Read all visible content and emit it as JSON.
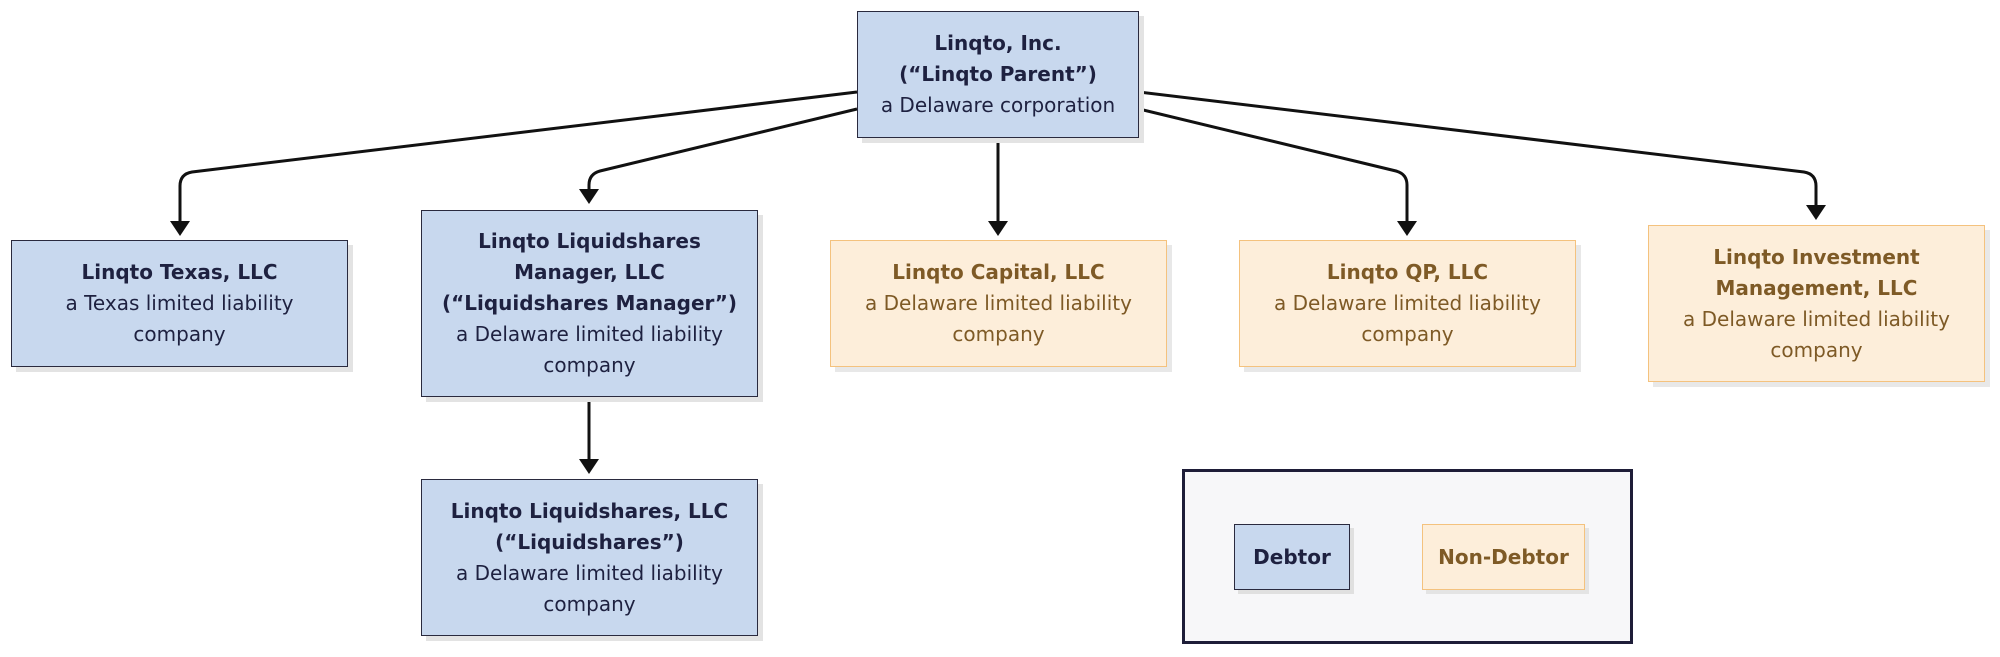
{
  "nodes": {
    "parent": {
      "name": "Linqto, Inc.",
      "alias": "(“Linqto Parent”)",
      "desc": "a Delaware corporation",
      "status": "debtor"
    },
    "texas": {
      "name": "Linqto Texas, LLC",
      "desc_l1": "a Texas limited liability",
      "desc_l2": "company",
      "status": "debtor"
    },
    "ls_manager": {
      "name_l1": "Linqto Liquidshares",
      "name_l2": "Manager, LLC",
      "alias": "(“Liquidshares Manager”)",
      "desc_l1": "a Delaware limited liability",
      "desc_l2": "company",
      "status": "debtor"
    },
    "capital": {
      "name": "Linqto Capital, LLC",
      "desc_l1": "a Delaware limited liability",
      "desc_l2": "company",
      "status": "non-debtor"
    },
    "qp": {
      "name": "Linqto QP, LLC",
      "desc_l1": "a Delaware limited liability",
      "desc_l2": "company",
      "status": "non-debtor"
    },
    "investment": {
      "name_l1": "Linqto Investment",
      "name_l2": "Management, LLC",
      "desc_l1": "a Delaware limited liability",
      "desc_l2": "company",
      "status": "non-debtor"
    },
    "liquidshares": {
      "name": "Linqto Liquidshares, LLC",
      "alias": "(“Liquidshares”)",
      "desc_l1": "a Delaware limited liability",
      "desc_l2": "company",
      "status": "debtor"
    }
  },
  "edges": [
    {
      "from": "parent",
      "to": "texas"
    },
    {
      "from": "parent",
      "to": "ls_manager"
    },
    {
      "from": "parent",
      "to": "capital"
    },
    {
      "from": "parent",
      "to": "qp"
    },
    {
      "from": "parent",
      "to": "investment"
    },
    {
      "from": "ls_manager",
      "to": "liquidshares"
    }
  ],
  "legend": {
    "debtor_label": "Debtor",
    "nondebtor_label": "Non-Debtor"
  },
  "colors": {
    "debtor_fill": "#c8d8ee",
    "debtor_border": "#2a2a3e",
    "debtor_text": "#1e2140",
    "nondebtor_fill": "#fdeeda",
    "nondebtor_border": "#f4c27e",
    "nondebtor_text": "#7e5a26",
    "connector": "#111111"
  }
}
